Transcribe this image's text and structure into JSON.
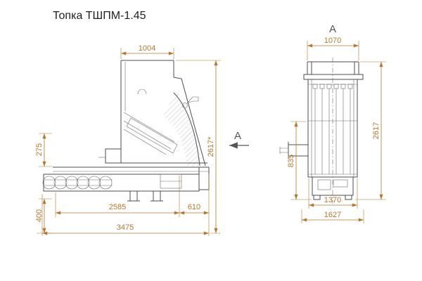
{
  "title": "Топка ТШПМ-1.45",
  "colors": {
    "dimension_accent": "#b5772e",
    "drawing_line": "#4d4d4d"
  },
  "view_direction_label": "А",
  "side_view": {
    "dims": {
      "top_width": "1004",
      "overall_height": "2617*",
      "feed_height": "275",
      "base_height": "400",
      "conveyor_length": "2585",
      "rear_length": "610",
      "overall_length": "3475"
    }
  },
  "front_view": {
    "label": "А",
    "dims": {
      "top_width": "1070",
      "side_height": "835",
      "overall_height": "2617",
      "base_width": "1370",
      "overall_width": "1627"
    }
  }
}
